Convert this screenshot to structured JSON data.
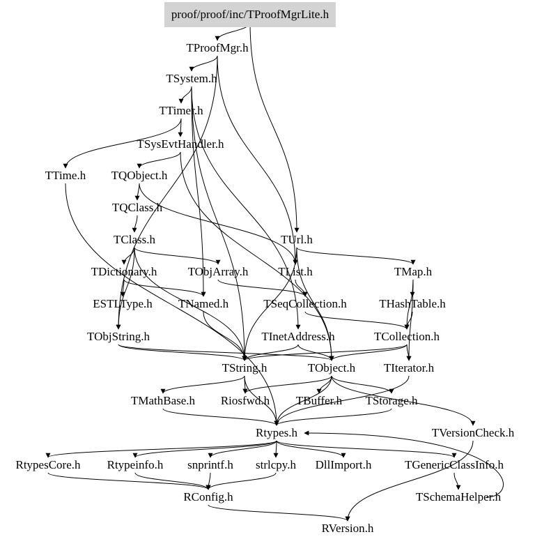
{
  "graph": {
    "title": "proof/proof/inc/TProofMgrLite.h",
    "root_fill": "#d3d3d3",
    "edge_color": "#000000",
    "nodes": [
      {
        "id": "root",
        "label": "proof/proof/inc/TProofMgrLite.h",
        "root": true
      },
      {
        "id": "TProofMgr",
        "label": "TProofMgr.h"
      },
      {
        "id": "TSystem",
        "label": "TSystem.h"
      },
      {
        "id": "TTimer",
        "label": "TTimer.h"
      },
      {
        "id": "TSysEvtHandler",
        "label": "TSysEvtHandler.h"
      },
      {
        "id": "TTime",
        "label": "TTime.h"
      },
      {
        "id": "TQObject",
        "label": "TQObject.h"
      },
      {
        "id": "TQClass",
        "label": "TQClass.h"
      },
      {
        "id": "TClass",
        "label": "TClass.h"
      },
      {
        "id": "TUrl",
        "label": "TUrl.h"
      },
      {
        "id": "TDictionary",
        "label": "TDictionary.h"
      },
      {
        "id": "TObjArray",
        "label": "TObjArray.h"
      },
      {
        "id": "TList",
        "label": "TList.h"
      },
      {
        "id": "TMap",
        "label": "TMap.h"
      },
      {
        "id": "ESTLType",
        "label": "ESTLType.h"
      },
      {
        "id": "TNamed",
        "label": "TNamed.h"
      },
      {
        "id": "TSeqCollection",
        "label": "TSeqCollection.h"
      },
      {
        "id": "THashTable",
        "label": "THashTable.h"
      },
      {
        "id": "TObjString",
        "label": "TObjString.h"
      },
      {
        "id": "TInetAddress",
        "label": "TInetAddress.h"
      },
      {
        "id": "TCollection",
        "label": "TCollection.h"
      },
      {
        "id": "TString",
        "label": "TString.h"
      },
      {
        "id": "TObject",
        "label": "TObject.h"
      },
      {
        "id": "TIterator",
        "label": "TIterator.h"
      },
      {
        "id": "TMathBase",
        "label": "TMathBase.h"
      },
      {
        "id": "Riosfwd",
        "label": "Riosfwd.h"
      },
      {
        "id": "TBuffer",
        "label": "TBuffer.h"
      },
      {
        "id": "TStorage",
        "label": "TStorage.h"
      },
      {
        "id": "Rtypes",
        "label": "Rtypes.h"
      },
      {
        "id": "TVersionCheck",
        "label": "TVersionCheck.h"
      },
      {
        "id": "RtypesCore",
        "label": "RtypesCore.h"
      },
      {
        "id": "Rtypeinfo",
        "label": "Rtypeinfo.h"
      },
      {
        "id": "snprintf",
        "label": "snprintf.h"
      },
      {
        "id": "strlcpy",
        "label": "strlcpy.h"
      },
      {
        "id": "DllImport",
        "label": "DllImport.h"
      },
      {
        "id": "TGenericClassInfo",
        "label": "TGenericClassInfo.h"
      },
      {
        "id": "RConfig",
        "label": "RConfig.h"
      },
      {
        "id": "TSchemaHelper",
        "label": "TSchemaHelper.h"
      },
      {
        "id": "RVersion",
        "label": "RVersion.h"
      }
    ],
    "edges": [
      [
        "root",
        "TProofMgr"
      ],
      [
        "root",
        "TUrl"
      ],
      [
        "TProofMgr",
        "TSystem"
      ],
      [
        "TProofMgr",
        "TObjString"
      ],
      [
        "TProofMgr",
        "TList"
      ],
      [
        "TSystem",
        "TTimer"
      ],
      [
        "TSystem",
        "TInetAddress"
      ],
      [
        "TSystem",
        "TNamed"
      ],
      [
        "TSystem",
        "TString"
      ],
      [
        "TTimer",
        "TSysEvtHandler"
      ],
      [
        "TTimer",
        "TTime"
      ],
      [
        "TSysEvtHandler",
        "TQObject"
      ],
      [
        "TSysEvtHandler",
        "TObject"
      ],
      [
        "TQObject",
        "TQClass"
      ],
      [
        "TQObject",
        "TList"
      ],
      [
        "TQClass",
        "TClass"
      ],
      [
        "TClass",
        "TDictionary"
      ],
      [
        "TClass",
        "TObjArray"
      ],
      [
        "TClass",
        "TObjString"
      ],
      [
        "TClass",
        "TString"
      ],
      [
        "TTime",
        "Rtypes"
      ],
      [
        "TUrl",
        "TList"
      ],
      [
        "TUrl",
        "TMap"
      ],
      [
        "TUrl",
        "TObject"
      ],
      [
        "TUrl",
        "TString"
      ],
      [
        "TDictionary",
        "ESTLType"
      ],
      [
        "TDictionary",
        "TNamed"
      ],
      [
        "TObjArray",
        "TSeqCollection"
      ],
      [
        "TList",
        "TSeqCollection"
      ],
      [
        "TMap",
        "THashTable"
      ],
      [
        "TMap",
        "TCollection"
      ],
      [
        "TMap",
        "TIterator"
      ],
      [
        "THashTable",
        "TCollection"
      ],
      [
        "TNamed",
        "TString"
      ],
      [
        "TSeqCollection",
        "TCollection"
      ],
      [
        "TObjString",
        "TString"
      ],
      [
        "TObjString",
        "TObject"
      ],
      [
        "TInetAddress",
        "TObject"
      ],
      [
        "TInetAddress",
        "TString"
      ],
      [
        "TCollection",
        "TObject"
      ],
      [
        "TCollection",
        "TIterator"
      ],
      [
        "TCollection",
        "TString"
      ],
      [
        "TString",
        "TMathBase"
      ],
      [
        "TString",
        "Riosfwd"
      ],
      [
        "TString",
        "Rtypes"
      ],
      [
        "TObject",
        "Rtypes"
      ],
      [
        "TObject",
        "TBuffer"
      ],
      [
        "TObject",
        "TStorage"
      ],
      [
        "TObject",
        "TVersionCheck"
      ],
      [
        "TObject",
        "Riosfwd"
      ],
      [
        "TIterator",
        "Rtypes"
      ],
      [
        "TMathBase",
        "Rtypes"
      ],
      [
        "TStorage",
        "Rtypes"
      ],
      [
        "TVersionCheck",
        "RVersion"
      ],
      [
        "Rtypes",
        "RtypesCore"
      ],
      [
        "Rtypes",
        "Rtypeinfo"
      ],
      [
        "Rtypes",
        "snprintf"
      ],
      [
        "Rtypes",
        "strlcpy"
      ],
      [
        "Rtypes",
        "DllImport"
      ],
      [
        "Rtypes",
        "TGenericClassInfo"
      ],
      [
        "RtypesCore",
        "RConfig"
      ],
      [
        "Rtypeinfo",
        "RConfig"
      ],
      [
        "snprintf",
        "RConfig"
      ],
      [
        "strlcpy",
        "RConfig"
      ],
      [
        "TGenericClassInfo",
        "TSchemaHelper"
      ],
      [
        "TSchemaHelper",
        "Rtypes"
      ],
      [
        "RConfig",
        "RVersion"
      ]
    ]
  }
}
